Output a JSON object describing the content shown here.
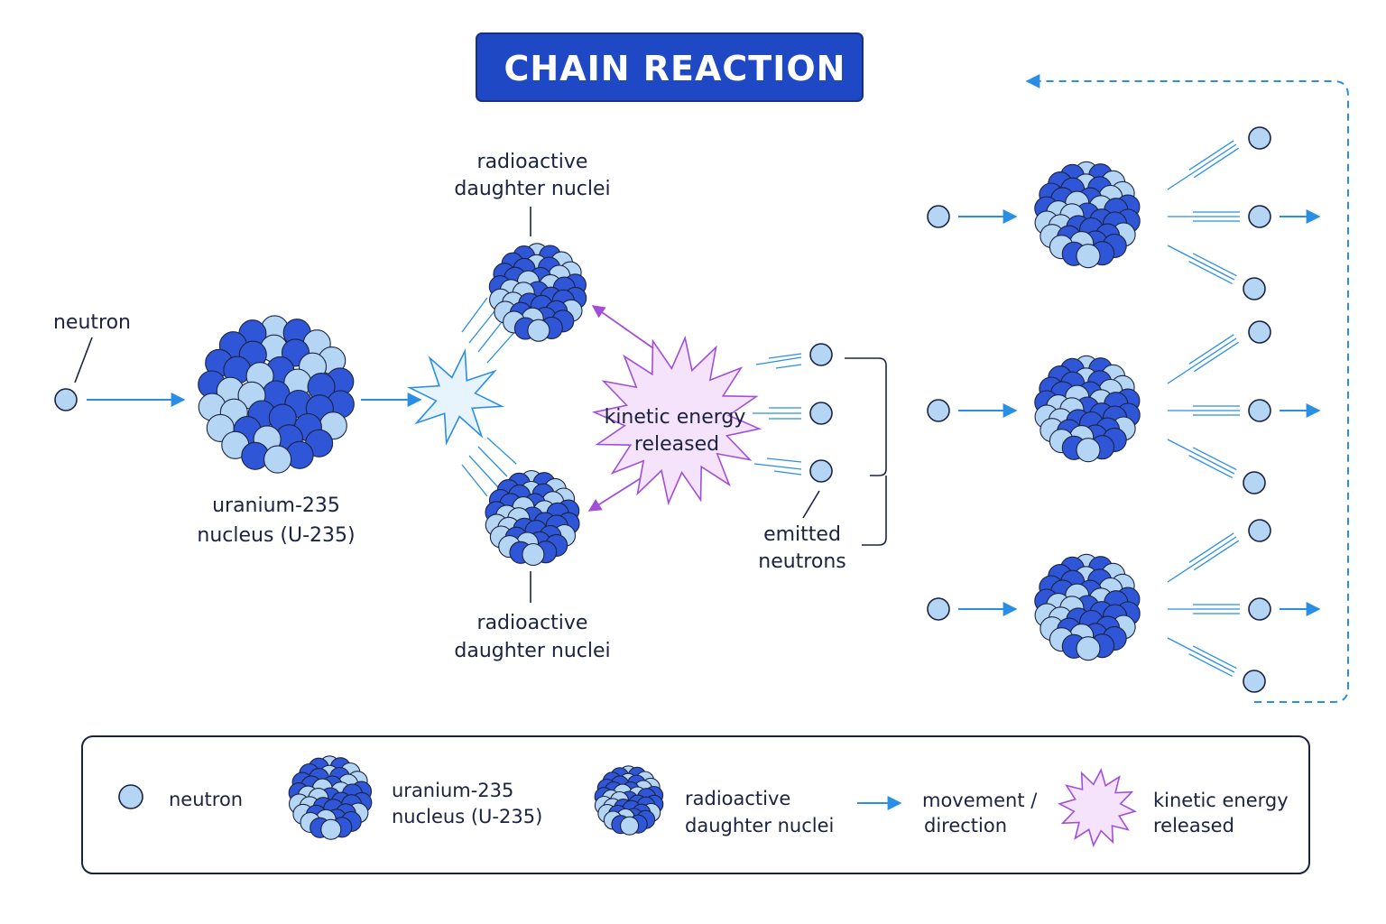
{
  "title": "CHAIN REACTION",
  "labels": {
    "neutron": "neutron",
    "uranium_l1": "uranium-235",
    "uranium_l2": "nucleus (U-235)",
    "daughter_top_l1": "radioactive",
    "daughter_top_l2": "daughter nuclei",
    "daughter_bottom_l1": "radioactive",
    "daughter_bottom_l2": "daughter nuclei",
    "kinetic_l1": "kinetic energy",
    "kinetic_l2": "released",
    "emitted_l1": "emitted",
    "emitted_l2": "neutrons"
  },
  "legend": {
    "neutron": "neutron",
    "uranium_l1": "uranium-235",
    "uranium_l2": "nucleus (U-235)",
    "daughter_l1": "radioactive",
    "daughter_l2": "daughter nuclei",
    "movement_l1": "movement /",
    "movement_l2": "direction",
    "kinetic_l1": "kinetic energy",
    "kinetic_l2": "released"
  },
  "colors": {
    "title_bg": "#1f48c4",
    "dark_blue": "#2f56d6",
    "light_blue": "#b4d6f4",
    "arrow_blue": "#2a8fe4",
    "energy_purple": "#a14fd8",
    "energy_fill": "#f5e2fb",
    "ink": "#1b2340"
  }
}
